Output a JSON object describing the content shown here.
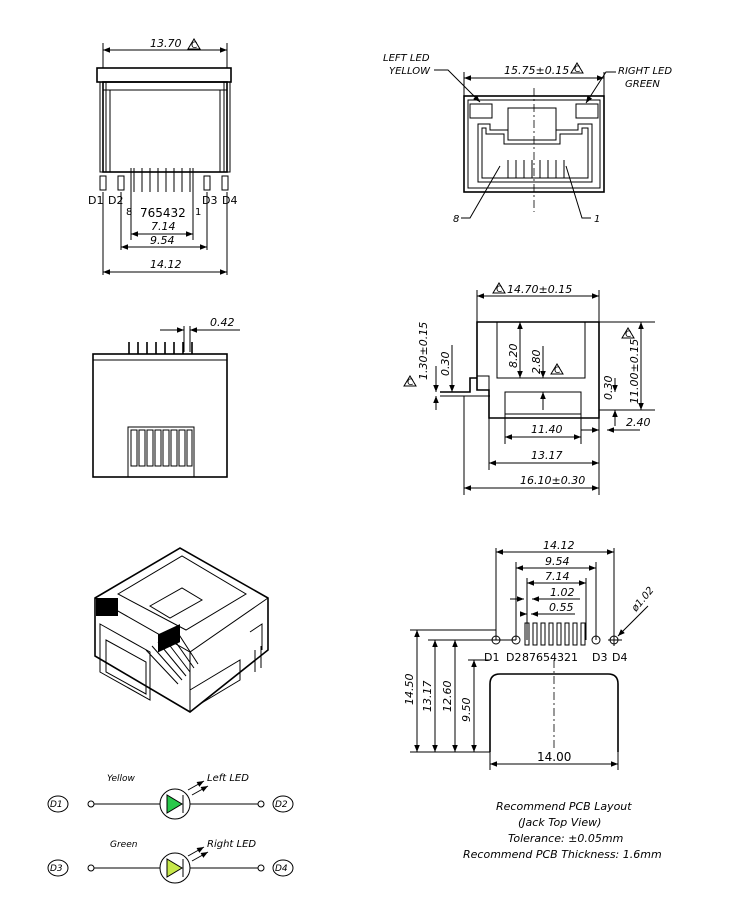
{
  "top_view": {
    "dims": {
      "width": "13.70",
      "pin_span": "7.14",
      "inner_span": "9.54",
      "outer_span": "14.12"
    },
    "pin_labels": {
      "d1": "D1",
      "d2": "D2",
      "d3": "D3",
      "d4": "D4",
      "p8": "8",
      "p1": "1",
      "pin_numbers": "765432"
    }
  },
  "front_view": {
    "dims": {
      "width": "15.75±0.15"
    },
    "left_led": {
      "line1": "LEFT LED",
      "line2": "YELLOW"
    },
    "right_led": {
      "line1": "RIGHT LED",
      "line2": "GREEN"
    },
    "pin_left": "8",
    "pin_right": "1"
  },
  "rear_view": {
    "dims": {
      "pin_width": "0.42"
    }
  },
  "side_view": {
    "dims": {
      "top_length": "14.70±0.15",
      "pin_height": "1.30±0.15",
      "pin_thick": "0.30",
      "depth1": "8.20",
      "depth2": "2.80",
      "right_thick": "0.30",
      "total_height": "11.00±0.15",
      "offset": "2.40",
      "shield_len": "11.40",
      "body_len": "13.17",
      "total_len": "16.10±0.30"
    }
  },
  "pcb_layout": {
    "dims": {
      "w1": "14.12",
      "w2": "9.54",
      "w3": "7.14",
      "w4": "1.02",
      "w5": "0.55",
      "hole": "ø1.02",
      "h1": "14.50",
      "h2": "13.17",
      "h3": "12.60",
      "h4": "9.50",
      "bottom": "14.00"
    },
    "pin_labels": {
      "d1": "D1",
      "d2": "D2",
      "numbers": "87654321",
      "d3": "D3",
      "d4": "D4"
    },
    "caption": [
      "Recommend PCB Layout",
      "(Jack Top View)",
      "Tolerance: ±0.05mm",
      "Recommend PCB Thickness: 1.6mm"
    ]
  },
  "led_schematic": {
    "yellow_label": "Yellow",
    "left_led_label": "Left LED",
    "green_label": "Green",
    "right_led_label": "Right LED",
    "terminals": {
      "d1": "D1",
      "d2": "D2",
      "d3": "D3",
      "d4": "D4"
    },
    "colors": {
      "yellow_led": "#c7e84a",
      "green_led": "#28c84a"
    }
  }
}
